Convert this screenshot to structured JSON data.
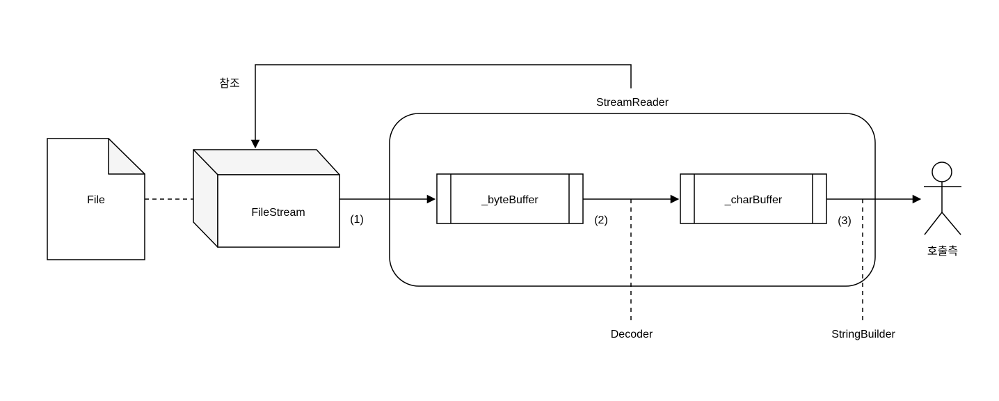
{
  "diagram": {
    "background": "#ffffff",
    "stroke_color": "#000000",
    "shade_fill": "#f5f5f5",
    "nodes": {
      "file": {
        "label": "File"
      },
      "file_stream": {
        "label": "FileStream"
      },
      "stream_reader": {
        "label": "StreamReader"
      },
      "byte_buffer": {
        "label": "_byteBuffer"
      },
      "char_buffer": {
        "label": "_charBuffer"
      },
      "caller": {
        "label": "호출측"
      }
    },
    "labels": {
      "reference": "참조",
      "step1": "(1)",
      "step2": "(2)",
      "step3": "(3)",
      "decoder": "Decoder",
      "string_builder": "StringBuilder"
    }
  }
}
